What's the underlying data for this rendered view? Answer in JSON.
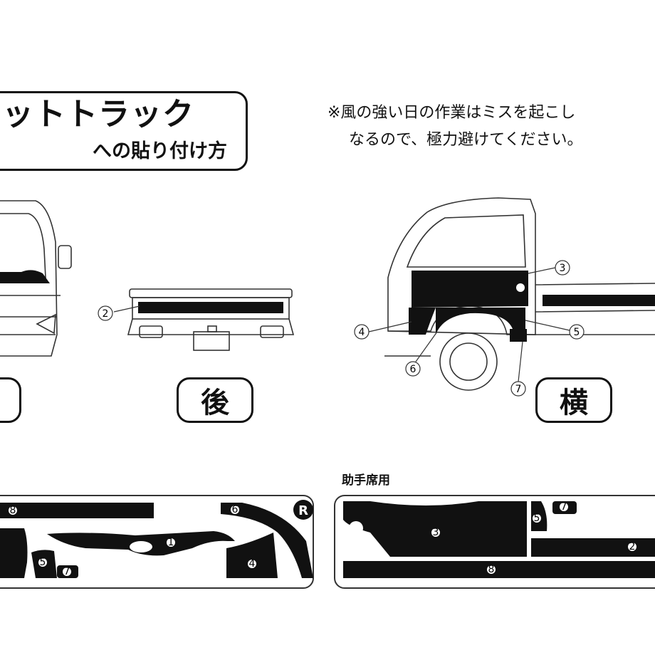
{
  "title": {
    "main": "ットトラック",
    "sub": "への貼り付け方"
  },
  "note": {
    "line1": "※風の強い日の作業はミスを起こし",
    "line2": "なるので、極力避けてください。"
  },
  "views": {
    "rear": "後",
    "side": "横"
  },
  "callouts": {
    "rear_2": "2",
    "side_3": "3",
    "side_4": "4",
    "side_5": "5",
    "side_6": "6",
    "side_7": "7"
  },
  "sheets": {
    "driver_side_mark": "R",
    "passenger_label": "助手席用",
    "left_part_8": "8",
    "left_part_6": "6",
    "left_part_1": "1",
    "left_part_5": "5",
    "left_part_7": "7",
    "left_part_4": "4",
    "right_part_3": "3",
    "right_part_7": "7",
    "right_part_5": "5",
    "right_part_2": "2",
    "right_part_8": "8"
  }
}
